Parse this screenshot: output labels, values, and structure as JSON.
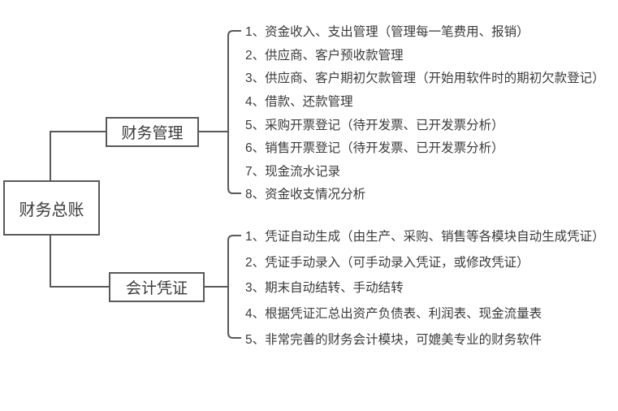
{
  "theme": {
    "line_color": "#595959",
    "box_border_color": "#595959",
    "text_color": "#3a3a3a",
    "background": "#ffffff"
  },
  "root": {
    "label": "财务总账"
  },
  "branches": [
    {
      "label": "财务管理",
      "items": [
        "1、资金收入、支出管理（管理每一笔费用、报销）",
        "2、供应商、客户预收款管理",
        "3、供应商、客户期初欠款管理（开始用软件时的期初欠款登记）",
        "4、借款、还款管理",
        "5、采购开票登记（待开发票、已开发票分析）",
        "6、销售开票登记（待开发票、已开发票分析）",
        "7、现金流水记录",
        "8、资金收支情况分析"
      ]
    },
    {
      "label": "会计凭证",
      "items": [
        "1、凭证自动生成（由生产、采购、销售等各模块自动生成凭证）",
        "2、凭证手动录入（可手动录入凭证，或修改凭证）",
        "3、期末自动结转、手动结转",
        "4、根据凭证汇总出资产负债表、利润表、现金流量表",
        "5、非常完善的财务会计模块，可媲美专业的财务软件"
      ]
    }
  ]
}
